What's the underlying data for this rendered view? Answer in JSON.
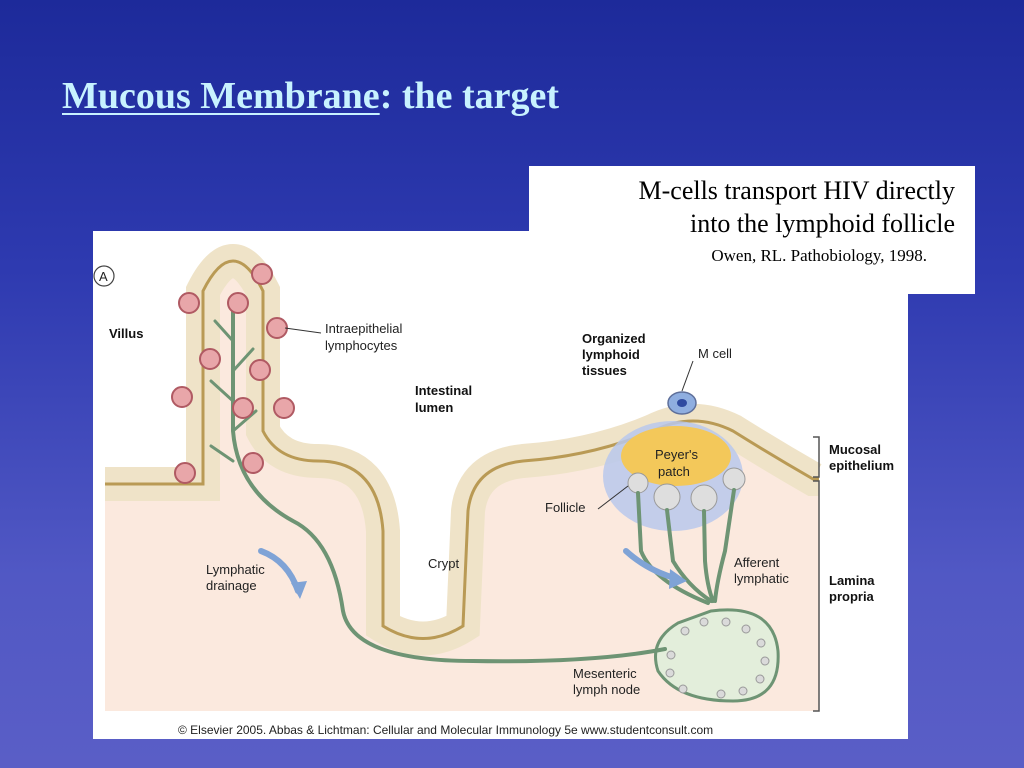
{
  "slide": {
    "title_main": "Mucous Membrane",
    "title_rest": ": the target",
    "caption_line1": "M-cells transport HIV directly",
    "caption_line2": "into the lymphoid follicle",
    "citation": "Owen, RL. Pathobiology, 1998."
  },
  "figure": {
    "panel_letter": "A",
    "labels": {
      "villus": "Villus",
      "intraepithelial_1": "Intraepithelial",
      "intraepithelial_2": "lymphocytes",
      "intestinal_1": "Intestinal",
      "intestinal_2": "lumen",
      "organized_1": "Organized",
      "organized_2": "lymphoid",
      "organized_3": "tissues",
      "m_cell": "M cell",
      "peyers_1": "Peyer's",
      "peyers_2": "patch",
      "mucosal_1": "Mucosal",
      "mucosal_2": "epithelium",
      "follicle": "Follicle",
      "crypt": "Crypt",
      "lymphatic_1": "Lymphatic",
      "lymphatic_2": "drainage",
      "afferent_1": "Afferent",
      "afferent_2": "lymphatic",
      "lamina_1": "Lamina",
      "lamina_2": "propria",
      "mesenteric_1": "Mesenteric",
      "mesenteric_2": "lymph node"
    },
    "copyright": "© Elsevier 2005. Abbas & Lichtman: Cellular and Molecular Immunology 5e www.studentconsult.com"
  }
}
